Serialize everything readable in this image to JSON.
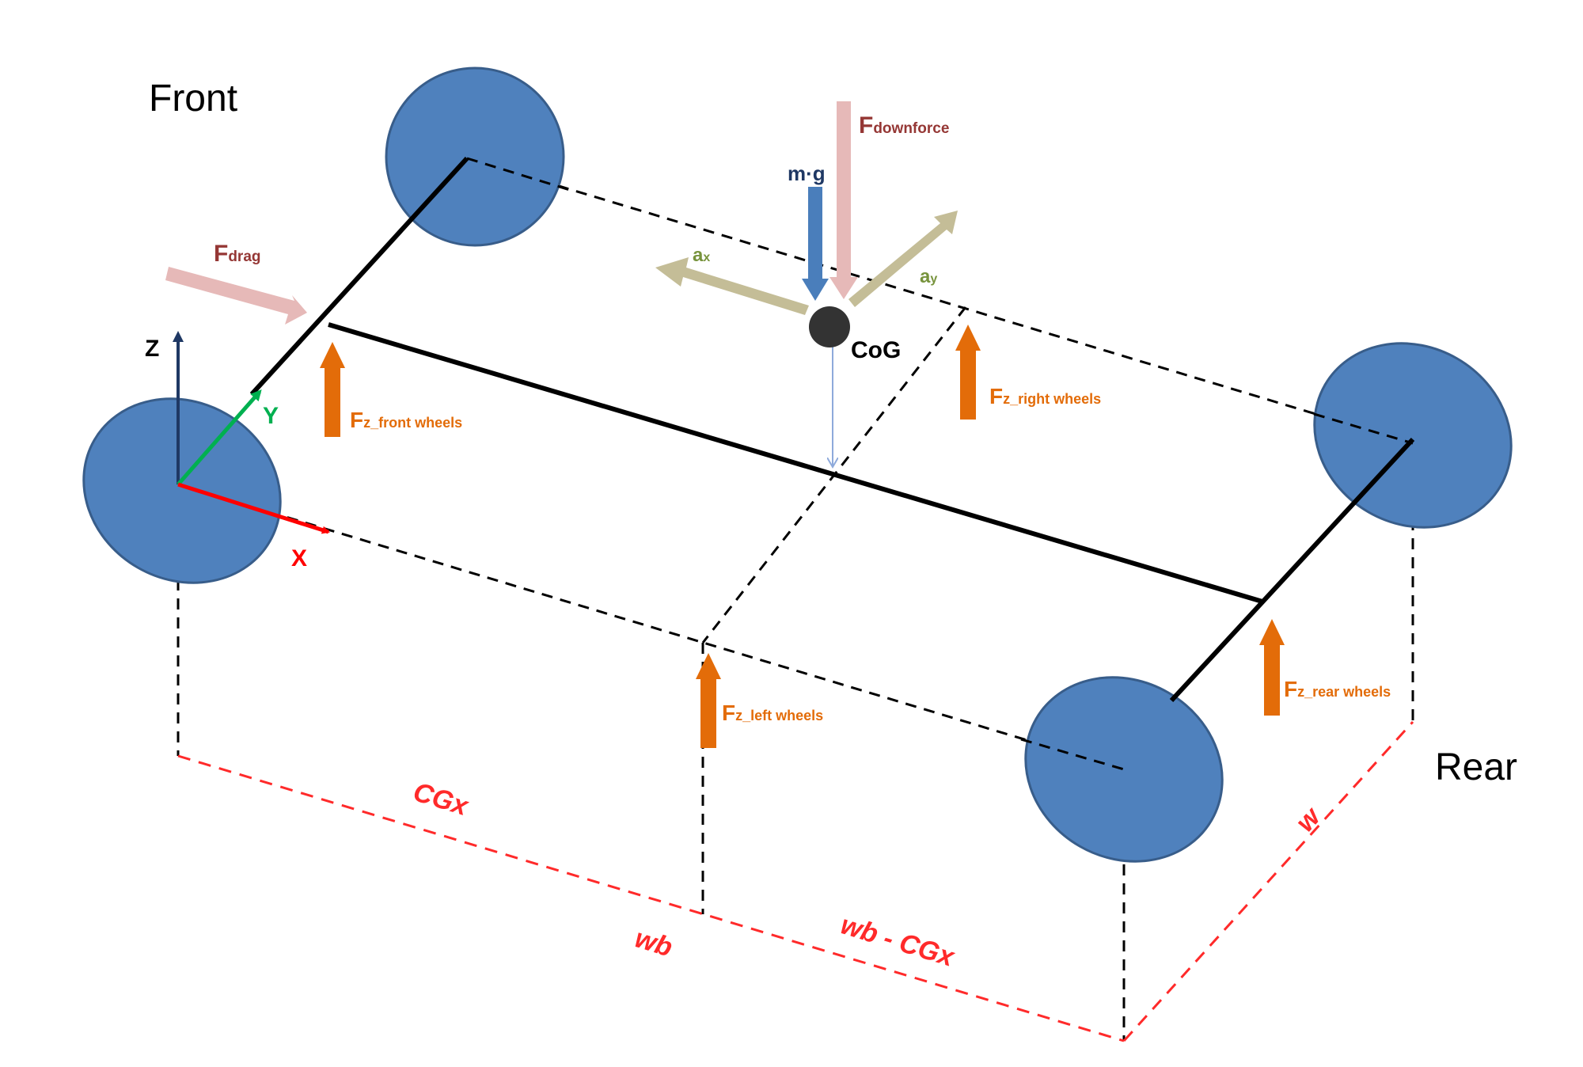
{
  "labels": {
    "front": "Front",
    "rear": "Rear",
    "cog": "CoG",
    "axis_z": "Z",
    "axis_y": "Y",
    "axis_x": "X",
    "mg": "m·g",
    "f_downforce": {
      "main": "F",
      "sub": "downforce"
    },
    "f_drag": {
      "main": "F",
      "sub": "drag"
    },
    "a_x": {
      "main": "a",
      "sub": "x"
    },
    "a_y": {
      "main": "a",
      "sub": "y"
    },
    "fz_front": {
      "main": "F",
      "sub": "z_front wheels"
    },
    "fz_right": {
      "main": "F",
      "sub": "z_right wheels"
    },
    "fz_left": {
      "main": "F",
      "sub": "z_left wheels"
    },
    "fz_rear": {
      "main": "F",
      "sub": "z_rear wheels"
    },
    "dim_cgx": "CGx",
    "dim_wb": "wb",
    "dim_wb_minus_cgx": "wb - CGx",
    "dim_w": "w"
  },
  "colors": {
    "wheel_fill": "#4f81bd",
    "wheel_stroke": "#385d8a",
    "frame": "#000000",
    "dimension": "#ff2a2a",
    "force_orange": "#e36c09",
    "force_pink": "#e6b9b8",
    "mg_blue": "#4a7ebb",
    "mg_text": "#1f3864",
    "accel_khaki": "#c4bd97",
    "accel_text": "#77933c",
    "downforce_text": "#953735",
    "axis_z": "#1f3864",
    "axis_y": "#00b050",
    "axis_x": "#ff0000",
    "cog_dot": "#333333"
  }
}
